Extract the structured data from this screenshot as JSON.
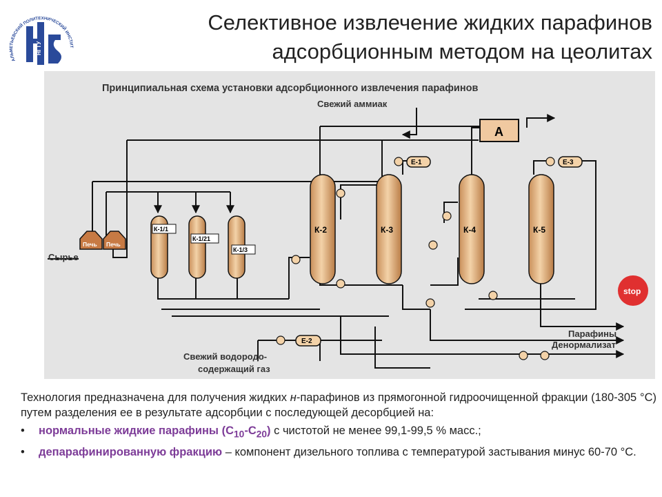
{
  "logo": {
    "org_text": "АЛЬМЕТЬЕВСКИЙ ПОЛИТЕХНИЧЕСКИЙ ИНСТИТУТ",
    "abbr": "НГТУ"
  },
  "title": {
    "line1": "Селективное извлечение жидких парафинов",
    "line2": "адсорбционным методом на цеолитах"
  },
  "diagram": {
    "heading": "Принципиальная схема установки адсорбционного извлечения парафинов",
    "fresh_ammonia": "Свежий аммиак",
    "feed": "Сырье",
    "furnace1": "Печь",
    "furnace2": "Печь",
    "k1_1": "К-1/1",
    "k1_2": "К-1/21",
    "k1_3": "К-1/3",
    "k2": "К-2",
    "k3": "К-3",
    "k4": "К-4",
    "k5": "К-5",
    "e1": "Е-1",
    "e2": "Е-2",
    "e3": "Е-3",
    "a_box": "А",
    "paraffins": "Парафины",
    "denormalizate": "Денормализат",
    "gas_line1": "Свежий водородо-",
    "gas_line2": "содержащий газ",
    "stop": "stop"
  },
  "description": {
    "intro_a": "Технология предназначена для получения жидких ",
    "intro_n": "н",
    "intro_b": "-парафинов из прямогонной гидроочищенной фракции (180-305 °С) путем разделения ее в результате адсорбции с последующей десорбцией на:",
    "bullet_symbol": "•",
    "b1_hl": "нормальные жидкие парафины (С",
    "b1_sub1": "10",
    "b1_dash": "-С",
    "b1_sub2": "20",
    "b1_close": ")",
    "b1_rest": " с чистотой не менее 99,1-99,5 % масс.;",
    "b2_hl": "депарафинированную фракцию",
    "b2_rest": " – компонент дизельного топлива с температурой застывания минус 60-70 °С."
  }
}
